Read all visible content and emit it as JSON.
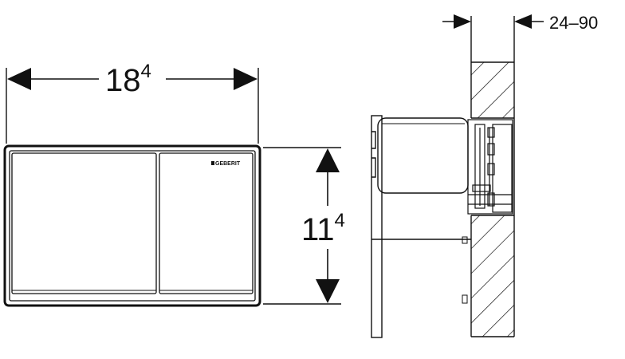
{
  "dimensions": {
    "width": {
      "main": "18",
      "sup": "4"
    },
    "height": {
      "main": "11",
      "sup": "4"
    },
    "depth_range": "24–90"
  },
  "brand": {
    "logo_text": "GEBERIT"
  },
  "colors": {
    "line": "#111111",
    "background": "#ffffff"
  }
}
